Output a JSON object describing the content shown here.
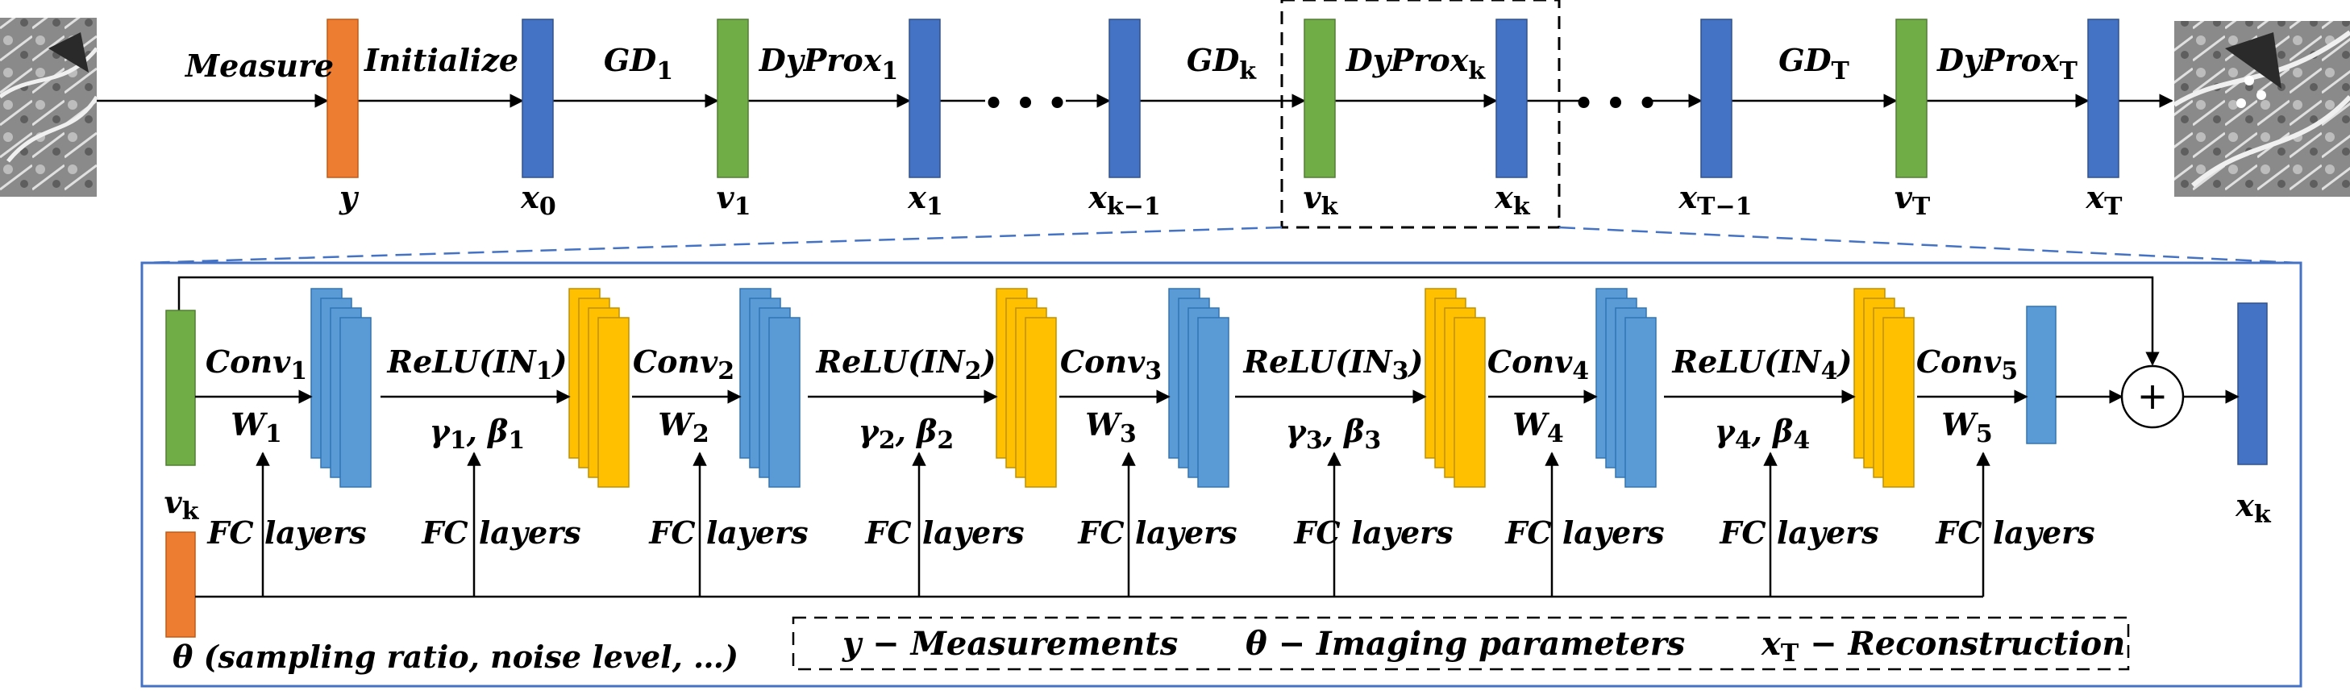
{
  "top_pipeline": {
    "measure_label": "Measure",
    "initialize_label": "Initialize",
    "gd1": {
      "main": "GD",
      "sub": "1"
    },
    "dyprox1": {
      "main": "DyProx",
      "sub": "1"
    },
    "gdk": {
      "main": "GD",
      "sub": "k"
    },
    "dyproxk": {
      "main": "DyProx",
      "sub": "k"
    },
    "gdT": {
      "main": "GD",
      "sub": "T"
    },
    "dyproxT": {
      "main": "DyProx",
      "sub": "T"
    },
    "dots": "• • •",
    "nodes": {
      "y": {
        "main": "y",
        "sub": ""
      },
      "x0": {
        "main": "x",
        "sub": "0"
      },
      "v1": {
        "main": "v",
        "sub": "1"
      },
      "x1": {
        "main": "x",
        "sub": "1"
      },
      "xkm1": {
        "main": "x",
        "sub": "k−1"
      },
      "vk": {
        "main": "v",
        "sub": "k"
      },
      "xk": {
        "main": "x",
        "sub": "k"
      },
      "xTm1": {
        "main": "x",
        "sub": "T−1"
      },
      "vT": {
        "main": "v",
        "sub": "T"
      },
      "xT": {
        "main": "x",
        "sub": "T"
      }
    }
  },
  "detail": {
    "input": {
      "main": "v",
      "sub": "k"
    },
    "output": {
      "main": "x",
      "sub": "k"
    },
    "theta_label": "θ (sampling ratio, noise level, …)",
    "fc_label": "FC layers",
    "convs": [
      {
        "main": "Conv",
        "sub": "1"
      },
      {
        "main": "Conv",
        "sub": "2"
      },
      {
        "main": "Conv",
        "sub": "3"
      },
      {
        "main": "Conv",
        "sub": "4"
      },
      {
        "main": "Conv",
        "sub": "5"
      }
    ],
    "weights": [
      {
        "main": "W",
        "sub": "1"
      },
      {
        "main": "W",
        "sub": "2"
      },
      {
        "main": "W",
        "sub": "3"
      },
      {
        "main": "W",
        "sub": "4"
      },
      {
        "main": "W",
        "sub": "5"
      }
    ],
    "relus": [
      {
        "main": "ReLU(IN",
        "sub": "1",
        "tail": ")"
      },
      {
        "main": "ReLU(IN",
        "sub": "2",
        "tail": ")"
      },
      {
        "main": "ReLU(IN",
        "sub": "3",
        "tail": ")"
      },
      {
        "main": "ReLU(IN",
        "sub": "4",
        "tail": ")"
      }
    ],
    "gammabetas": [
      {
        "g": "γ",
        "b": "β",
        "sub": "1"
      },
      {
        "g": "γ",
        "b": "β",
        "sub": "2"
      },
      {
        "g": "γ",
        "b": "β",
        "sub": "3"
      },
      {
        "g": "γ",
        "b": "β",
        "sub": "4"
      }
    ],
    "plus": "+"
  },
  "legend": {
    "y": "y − Measurements",
    "theta": "θ − Imaging parameters",
    "xT_main": "x",
    "xT_sub": "T",
    "xT_rest": " − Reconstruction"
  },
  "colors": {
    "blue_dark": "#4472c4",
    "blue_light": "#5b9bd5",
    "green": "#70ad47",
    "orange": "#ed7d31",
    "yellow": "#ffc000"
  }
}
